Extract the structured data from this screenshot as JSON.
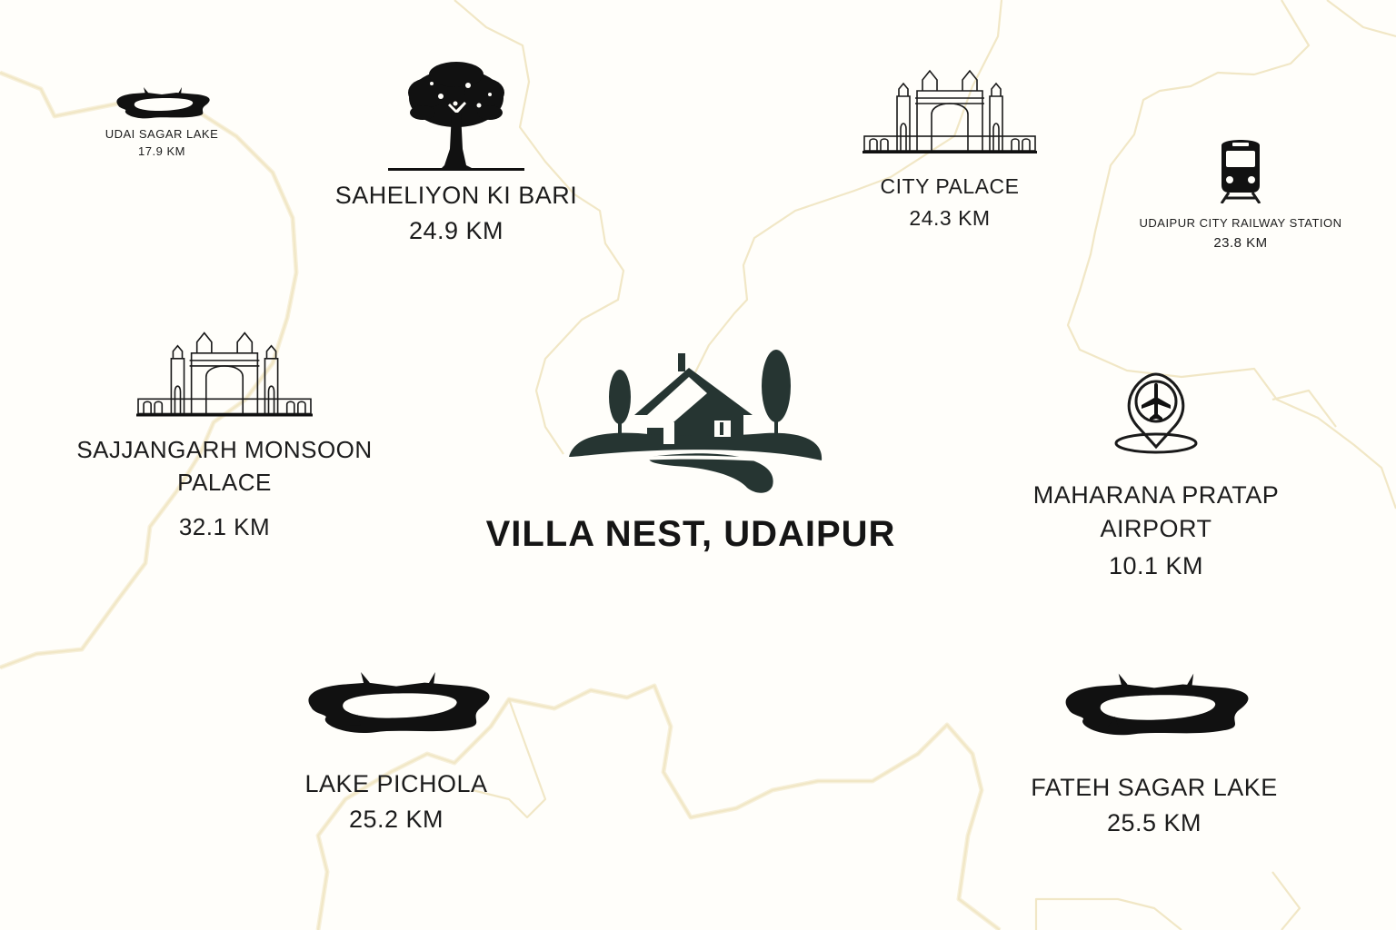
{
  "map": {
    "background": "#fffefa",
    "road_color": "#f1e7c6"
  },
  "center": {
    "name": "VILLA NEST, UDAIPUR",
    "icon": "house-with-trees-icon",
    "color": "#263532"
  },
  "places": [
    {
      "id": "udai-sagar-lake",
      "name": "UDAI SAGAR LAKE",
      "distance": "17.9 KM",
      "icon": "lake-icon"
    },
    {
      "id": "saheliyon-ki-bari",
      "name": "SAHELIYON KI BARI",
      "distance": "24.9 KM",
      "icon": "tree-icon"
    },
    {
      "id": "city-palace",
      "name": "CITY PALACE",
      "distance": "24.3 KM",
      "icon": "palace-icon"
    },
    {
      "id": "udaipur-city-railway-station",
      "name": "UDAIPUR CITY RAILWAY STATION",
      "distance": "23.8 KM",
      "icon": "train-icon"
    },
    {
      "id": "sajjangarh-monsoon-palace",
      "name_lines": [
        "SAJJANGARH MONSOON",
        "PALACE"
      ],
      "distance": "32.1 KM",
      "icon": "palace-icon"
    },
    {
      "id": "maharana-pratap-airport",
      "name_lines": [
        "MAHARANA PRATAP",
        "AIRPORT"
      ],
      "distance": "10.1 KM",
      "icon": "airport-pin-icon"
    },
    {
      "id": "lake-pichola",
      "name": "LAKE PICHOLA",
      "distance": "25.2 KM",
      "icon": "lake-icon"
    },
    {
      "id": "fateh-sagar-lake",
      "name": "FATEH SAGAR LAKE",
      "distance": "25.5 KM",
      "icon": "lake-icon"
    }
  ]
}
